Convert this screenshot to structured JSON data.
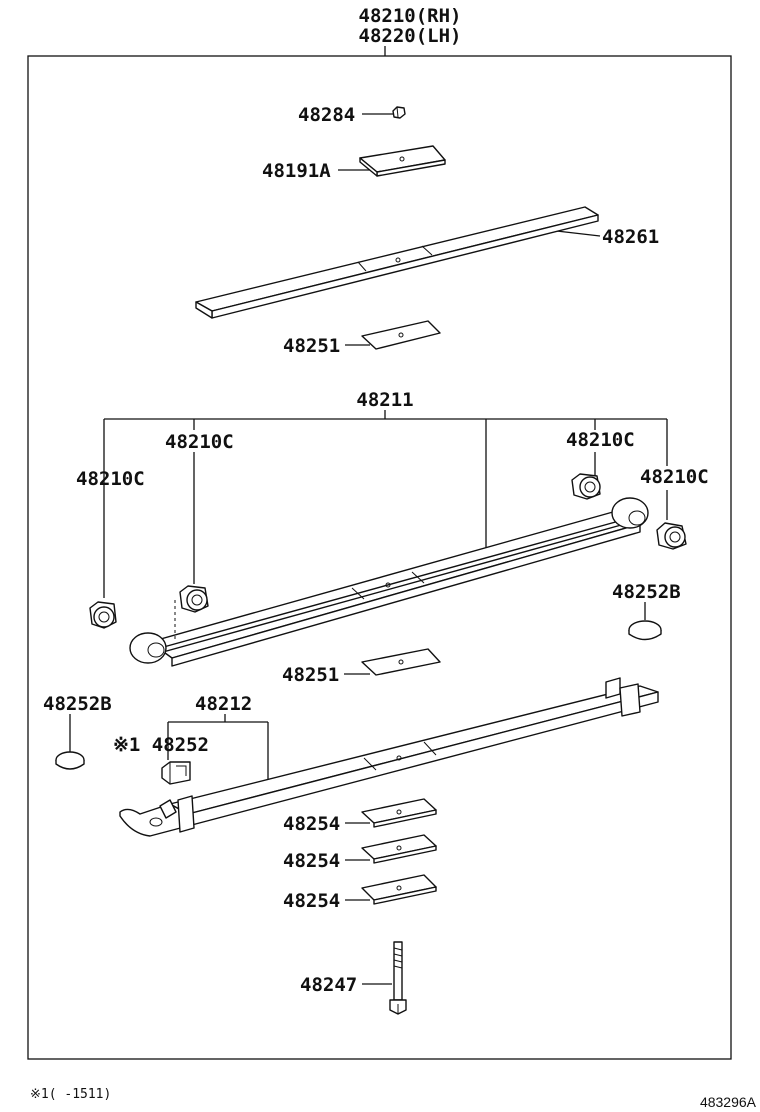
{
  "assembly": {
    "rh": "48210(RH)",
    "lh": "48220(LH)"
  },
  "labels": {
    "nut": "48284",
    "top_plate": "48191A",
    "upper_leaf": "48261",
    "insert_upper": "48251",
    "main_leaf": "48211",
    "bushing_left_outer": "48210C",
    "bushing_left_inner": "48210C",
    "bushing_right_inner": "48210C",
    "bushing_right_outer": "48210C",
    "bumper_right": "48252B",
    "insert_lower": "48251",
    "bumper_left": "48252B",
    "second_leaf": "48212",
    "clip": "※1 48252",
    "spacer_1": "48254",
    "spacer_2": "48254",
    "spacer_3": "48254",
    "center_bolt": "48247"
  },
  "footnote": "※1(    -1511)",
  "diagram_ref": "483296A"
}
